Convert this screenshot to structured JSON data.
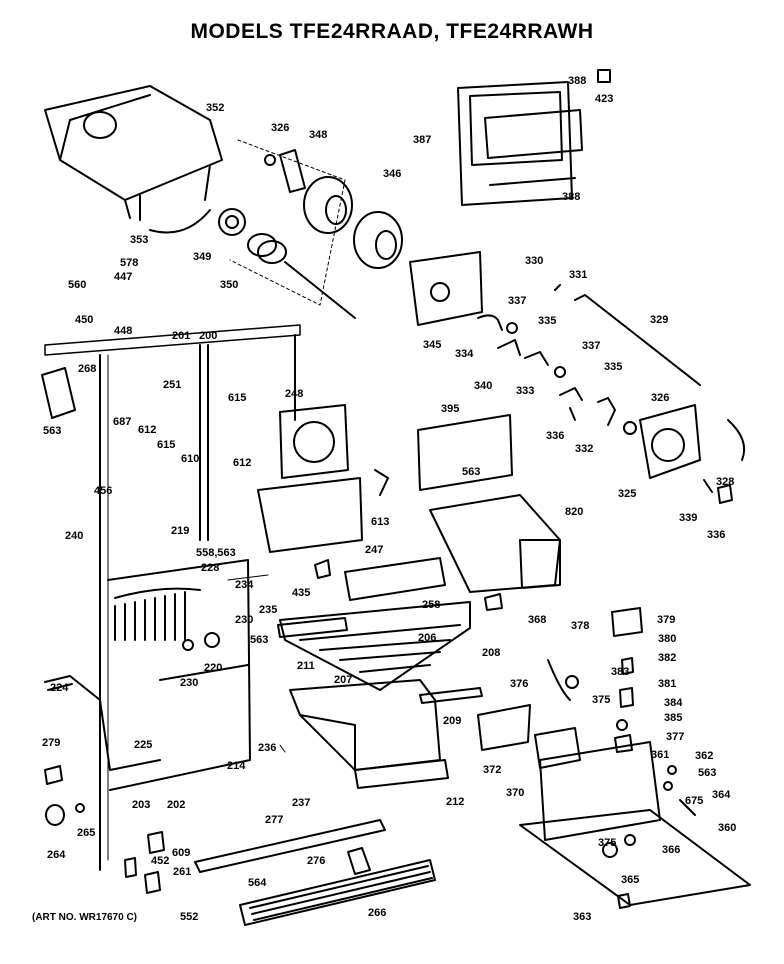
{
  "title": "MODELS TFE24RRAAD, TFE24RRAWH",
  "art_number": "(ART NO. WR17670 C)",
  "part_labels": [
    "352",
    "326",
    "348",
    "346",
    "387",
    "388",
    "423",
    "388",
    "353",
    "349",
    "350",
    "578",
    "447",
    "560",
    "450",
    "448",
    "330",
    "331",
    "329",
    "337",
    "335",
    "345",
    "334",
    "340",
    "333",
    "337",
    "335",
    "201",
    "200",
    "268",
    "251",
    "615",
    "248",
    "395",
    "687",
    "612",
    "615",
    "610",
    "612",
    "563",
    "563",
    "336",
    "332",
    "326",
    "325",
    "328",
    "339",
    "336",
    "456",
    "613",
    "820",
    "240",
    "219",
    "558,563",
    "228",
    "234",
    "247",
    "435",
    "258",
    "368",
    "230",
    "220",
    "230",
    "235",
    "563",
    "206",
    "208",
    "211",
    "207",
    "376",
    "375",
    "378",
    "379",
    "380",
    "382",
    "383",
    "381",
    "384",
    "385",
    "377",
    "224",
    "279",
    "225",
    "214",
    "236",
    "237",
    "209",
    "212",
    "372",
    "370",
    "361",
    "362",
    "563",
    "675",
    "364",
    "360",
    "265",
    "264",
    "203",
    "202",
    "277",
    "609",
    "452",
    "261",
    "276",
    "564",
    "552",
    "266",
    "375",
    "366",
    "365",
    "363"
  ]
}
